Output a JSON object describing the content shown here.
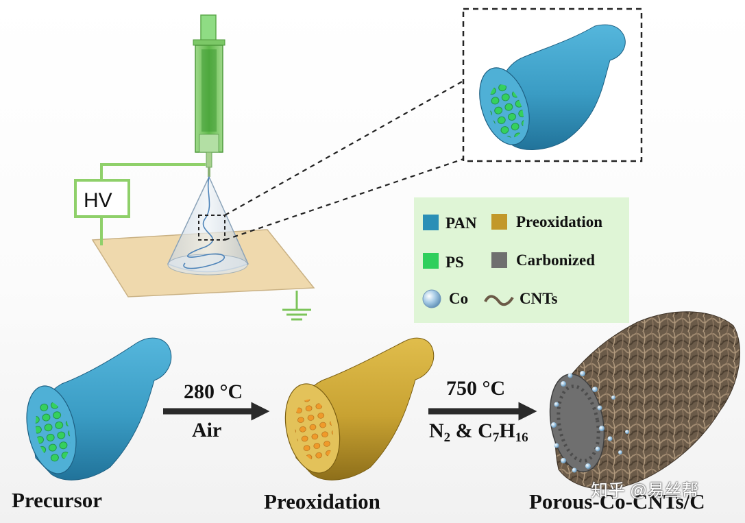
{
  "hv_label": "HV",
  "legend": {
    "pan": "PAN",
    "preoxidation": "Preoxidation",
    "ps": "PS",
    "carbonized": "Carbonized",
    "co": "Co",
    "cnts": "CNTs"
  },
  "step1": {
    "temperature": "280 °C",
    "atmosphere": "Air"
  },
  "step2": {
    "temperature": "750 °C",
    "gas_prefix": "N",
    "gas_n2_sub": "2",
    "gas_mid": " & C",
    "gas_c_sub": "7",
    "gas_h": "H",
    "gas_h_sub": "16"
  },
  "stages": {
    "precursor": "Precursor",
    "preoxidation": "Preoxidation",
    "final": "Porous-Co-CNTs/C"
  },
  "watermark": "知乎 @易丝帮",
  "colors": {
    "pan_blue": "#3a9cc4",
    "ps_green": "#2fcf5c",
    "preox_gold": "#c8a232",
    "carbon_gray": "#6f6f6f",
    "legend_bg": "#dff5d6",
    "wire_green": "#8fd06a"
  }
}
